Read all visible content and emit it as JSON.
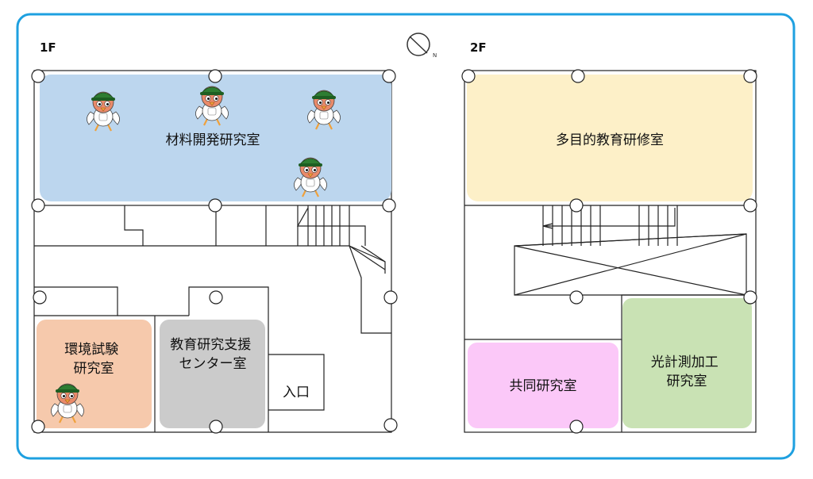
{
  "colors": {
    "frame": "#1ea0e0",
    "material_lab": "#bcd6ee",
    "env_lab": "#f6c9ac",
    "support_center": "#cbcbcb",
    "multipurpose": "#fdf0c8",
    "joint_lab": "#fbc8f8",
    "optics_lab": "#c9e2b4",
    "mascot_hat": "#2e7d32",
    "mascot_face": "#e98a6a",
    "mascot_body": "#ffffff",
    "mascot_beak": "#f0a13b"
  },
  "compass": {
    "icon": "north-arrow-icon",
    "label": "N"
  },
  "floors": {
    "first": {
      "label": "1F",
      "rooms": {
        "material_lab": [
          "材料開発研究室"
        ],
        "env_lab": [
          "環境試験",
          "研究室"
        ],
        "support_center": [
          "教育研究支援",
          "センター室"
        ],
        "entrance": [
          "入口"
        ]
      }
    },
    "second": {
      "label": "2F",
      "rooms": {
        "multipurpose": [
          "多目的教育研修室"
        ],
        "joint_lab": [
          "共同研究室"
        ],
        "optics_lab": [
          "光計測加工",
          "研究室"
        ]
      }
    }
  },
  "mascot": {
    "icon": "bird-mascot-icon",
    "count": 5
  }
}
